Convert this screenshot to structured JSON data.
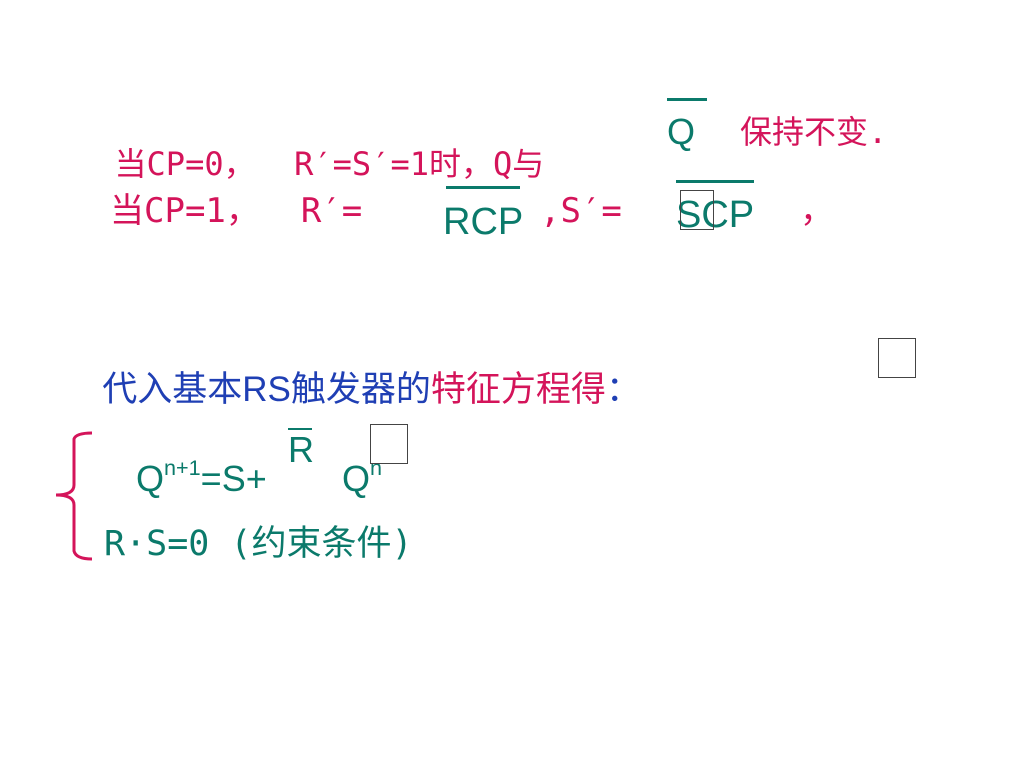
{
  "line1": {
    "before": "当CP=0，  R′=S′=1时，Q与",
    "qbar": "Q",
    "after": "保持不变."
  },
  "line2": {
    "prefix": "当CP=1，  R′=",
    "rcp_bar": "RCP",
    "middle": ",S′=",
    "scp_bar": "SCP",
    "suffix": "，"
  },
  "line3": {
    "part_blue_1": "代入基本",
    "part_blue_rs": "RS",
    "part_blue_2": "触发器的",
    "part_mag": "特征方程得",
    "part_colon": "："
  },
  "formula": {
    "q": "Q",
    "sup1": "n+1",
    "eq": "=S+",
    "rbar": "R",
    "q2": "Q",
    "sup2": "n"
  },
  "constraint": {
    "text": "R·S=0 (约束条件)"
  },
  "colors": {
    "magenta": "#d4145a",
    "teal": "#0b7a6b",
    "blue": "#1f3fb4"
  }
}
